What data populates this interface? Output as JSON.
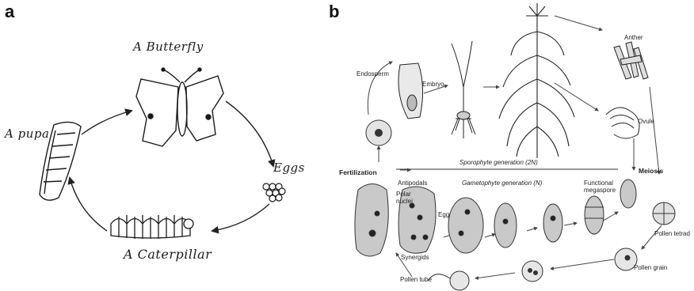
{
  "panel_a": {
    "letter": "a",
    "butterfly": "A Butterfly",
    "eggs": "Eggs",
    "caterpillar": "A Caterpillar",
    "pupa": "A pupa"
  },
  "panel_b": {
    "letter": "b",
    "endosperm": "Endosperm",
    "embryo": "Embryo",
    "anther": "Anther",
    "ovule": "Ovule",
    "sporophyte": "Sporophyte generation (2N)",
    "gametophyte": "Gametophyte generation (N)",
    "fertilization": "Fertilization",
    "meiosis": "Meiosis",
    "antipodals": "Antipodals",
    "polar_nuclei": "Polar nuclei",
    "egg": "Egg",
    "functional_megaspore": "Functional megaspore",
    "synergids": "Synergids",
    "pollen_tetrad": "Pollen tetrad",
    "pollen_grain": "Pollen grain",
    "pollen_tube": "Pollen tube"
  }
}
